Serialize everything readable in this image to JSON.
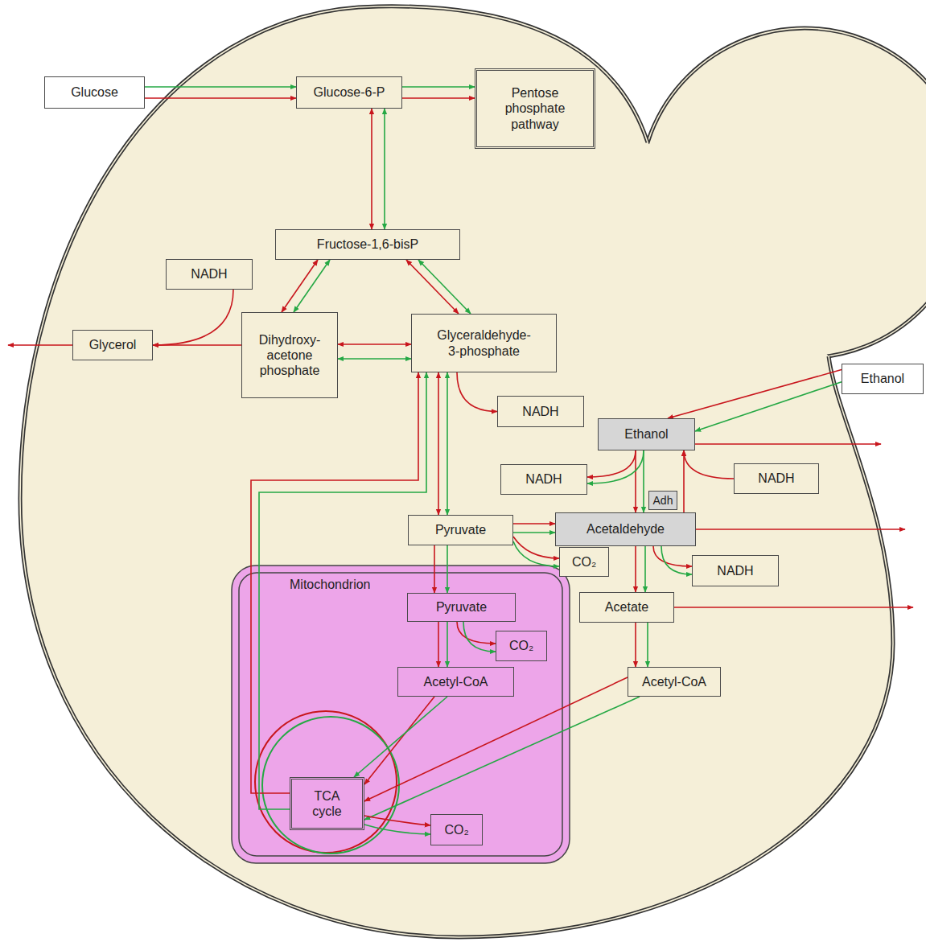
{
  "diagram": {
    "nodes": [
      {
        "text": [
          "Glucose"
        ]
      },
      {
        "text": [
          "Glucose-6-P"
        ]
      },
      {
        "text": [
          "Pentose phosphate pathway"
        ]
      },
      {
        "text": [
          "Fructose-1,6-bisP"
        ]
      },
      {
        "text": [
          "NADH"
        ]
      },
      {
        "text": [
          "Glycerol"
        ]
      },
      {
        "text": [
          "Dihydroxy- acetone phosphate"
        ]
      },
      {
        "text": [
          "Glyceraldehyde- 3-phosphate"
        ]
      },
      {
        "text": [
          "Ethanol"
        ]
      },
      {
        "text": [
          "NADH"
        ]
      },
      {
        "text": [
          "Ethanol"
        ]
      },
      {
        "text": [
          "NADH"
        ]
      },
      {
        "text": [
          "Adh"
        ]
      },
      {
        "text": [
          "NADH"
        ]
      },
      {
        "text": [
          "Pyruvate"
        ]
      },
      {
        "text": [
          "Acetaldehyde"
        ]
      },
      {
        "text": [
          "CO₂"
        ]
      },
      {
        "text": [
          "NADH"
        ]
      },
      {
        "text": [
          "Mitochondrion"
        ]
      },
      {
        "text": [
          "Pyruvate"
        ],
        "in": 18
      },
      {
        "text": [
          "CO₂"
        ],
        "in": 18
      },
      {
        "text": [
          "Acetate"
        ]
      },
      {
        "text": [
          "Acetyl-CoA"
        ],
        "in": 18
      },
      {
        "text": [
          "Acetyl-CoA"
        ]
      },
      {
        "text": [
          "TCA cycle"
        ],
        "in": 18
      },
      {
        "text": [
          "CO₂"
        ],
        "in": 18
      }
    ],
    "edges": [
      {
        "from": 0,
        "to": 1,
        "arrow": "to"
      },
      {
        "from": 1,
        "to": 2,
        "arrow": "to"
      },
      {
        "from": 1,
        "to": 3,
        "arrow": "both"
      },
      {
        "from": 3,
        "to": 6,
        "arrow": "both"
      },
      {
        "from": 3,
        "to": 7,
        "arrow": "both"
      },
      {
        "from": 6,
        "to": 7,
        "arrow": "both"
      },
      {
        "from": 6,
        "to": 5,
        "arrow": "to"
      },
      {
        "from": 4,
        "to": 5,
        "arrow": "to"
      },
      {
        "from": 7,
        "to": 14,
        "arrow": "both"
      },
      {
        "from": 7,
        "to": 9,
        "arrow": "to"
      },
      {
        "from": 24,
        "to": 7,
        "arrow": "to"
      },
      {
        "from": 8,
        "to": 10,
        "arrow": "to"
      },
      {
        "from": 10,
        "to": 15,
        "arrow": "to"
      },
      {
        "from": 10,
        "to": 11,
        "arrow": "to"
      },
      {
        "from": 15,
        "to": 10,
        "arrow": "to"
      },
      {
        "from": 13,
        "to": 10,
        "arrow": "to"
      },
      {
        "from": 14,
        "to": 15,
        "arrow": "to"
      },
      {
        "from": 14,
        "to": 16,
        "arrow": "to"
      },
      {
        "from": 15,
        "to": 21,
        "arrow": "to"
      },
      {
        "from": 15,
        "to": 17,
        "arrow": "to"
      },
      {
        "from": 21,
        "to": 23,
        "arrow": "to"
      },
      {
        "from": 14,
        "to": 19,
        "arrow": "to"
      },
      {
        "from": 19,
        "to": 22,
        "arrow": "to"
      },
      {
        "from": 19,
        "to": 20,
        "arrow": "to"
      },
      {
        "from": 22,
        "to": 24,
        "arrow": "to"
      },
      {
        "from": 23,
        "to": 24,
        "arrow": "to"
      },
      {
        "from": 24,
        "to": 25,
        "arrow": "to"
      }
    ]
  }
}
